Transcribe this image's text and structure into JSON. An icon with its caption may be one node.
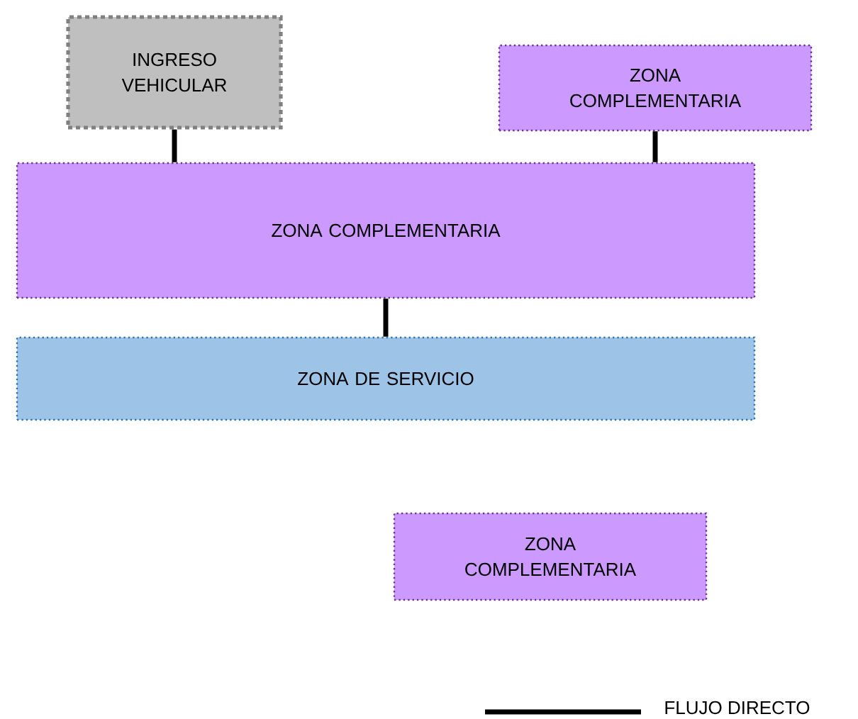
{
  "diagram": {
    "nodes": [
      {
        "text": [
          "INGRESO VEHICULAR"
        ]
      },
      {
        "text": [
          "ZONA COMPLEMENTARIA"
        ]
      },
      {
        "text": [
          "ZONA COMPLEMENTARIA"
        ]
      },
      {
        "text": [
          "ZONA DE SERVICIO"
        ]
      },
      {
        "text": [
          "ZONA COMPLEMENTARIA"
        ]
      }
    ],
    "edges": [
      {
        "from": 0,
        "to": 2,
        "arrow": "none"
      },
      {
        "from": 1,
        "to": 2,
        "arrow": "none"
      },
      {
        "from": 2,
        "to": 3,
        "arrow": "none"
      }
    ],
    "legend": [
      {
        "text": "FLUJO DIRECTO"
      }
    ]
  }
}
